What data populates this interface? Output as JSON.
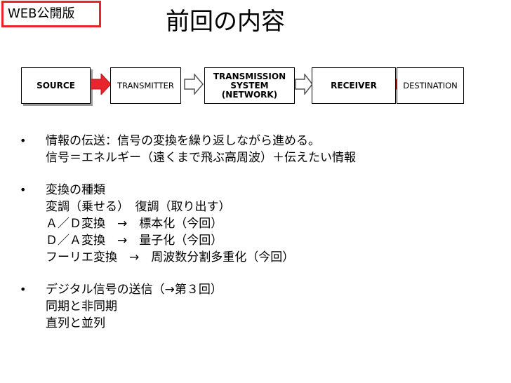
{
  "badge": {
    "label": "WEB公開版",
    "color": "#e8242c"
  },
  "slide": {
    "title": "前回の内容"
  },
  "diagram": {
    "nodes": [
      {
        "id": "source",
        "label": "SOURCE"
      },
      {
        "id": "transmitter",
        "label": "TRANSMITTER"
      },
      {
        "id": "channel",
        "label": "TRANSMISSION\nSYSTEM\n(NETWORK)"
      },
      {
        "id": "receiver",
        "label": "RECEIVER"
      },
      {
        "id": "destination",
        "label": "DESTINATION"
      }
    ],
    "arrow_colors": {
      "red": "#e8242c",
      "outline": "#555555"
    }
  },
  "bullets": [
    {
      "lines": [
        "情報の伝送：信号の変換を繰り返しながら進める。",
        "信号＝エネルギー（遠くまで飛ぶ高周波）＋伝えたい情報"
      ]
    },
    {
      "lines": [
        "変換の種類",
        "変調（乗せる）　復調（取り出す）",
        "Ａ／Ｄ変換　→　標本化（今回）",
        "Ｄ／Ａ変換　→　量子化（今回）",
        "フーリエ変換　→　周波数分割多重化（今回）"
      ]
    },
    {
      "lines": [
        "デジタル信号の送信（→第３回）",
        "同期と非同期",
        "直列と並列"
      ]
    }
  ],
  "bullet_glyph": "•"
}
